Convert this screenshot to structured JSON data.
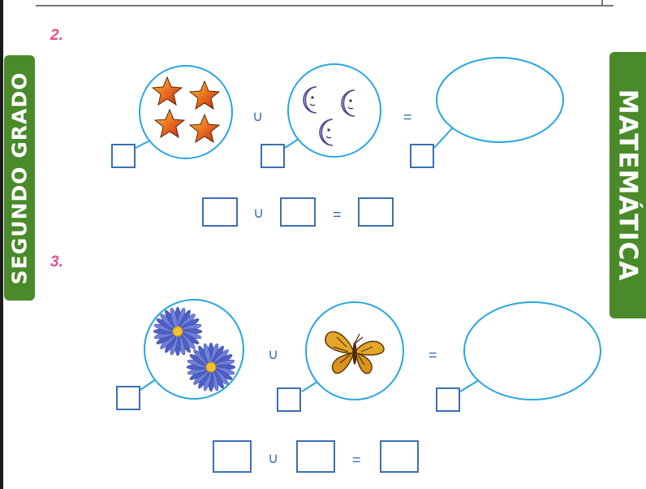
{
  "sidebar_left": {
    "label": "SEGUNDO GRADO"
  },
  "sidebar_right": {
    "label": "MATEMÁTICA"
  },
  "exercises": [
    {
      "number": "2.",
      "union_symbol": "∪",
      "equals_symbol": "=",
      "set_a": {
        "item": "star-icon",
        "count": 4
      },
      "set_b": {
        "item": "moon-icon",
        "count": 3
      }
    },
    {
      "number": "3.",
      "union_symbol": "∪",
      "equals_symbol": "=",
      "set_a": {
        "item": "flower-icon",
        "count": 2
      },
      "set_b": {
        "item": "butterfly-icon",
        "count": 1
      }
    }
  ],
  "colors": {
    "circle": "#29a6e0",
    "box": "#3b6fb3",
    "tab": "#4a8a2a",
    "number": "#e0508e"
  }
}
